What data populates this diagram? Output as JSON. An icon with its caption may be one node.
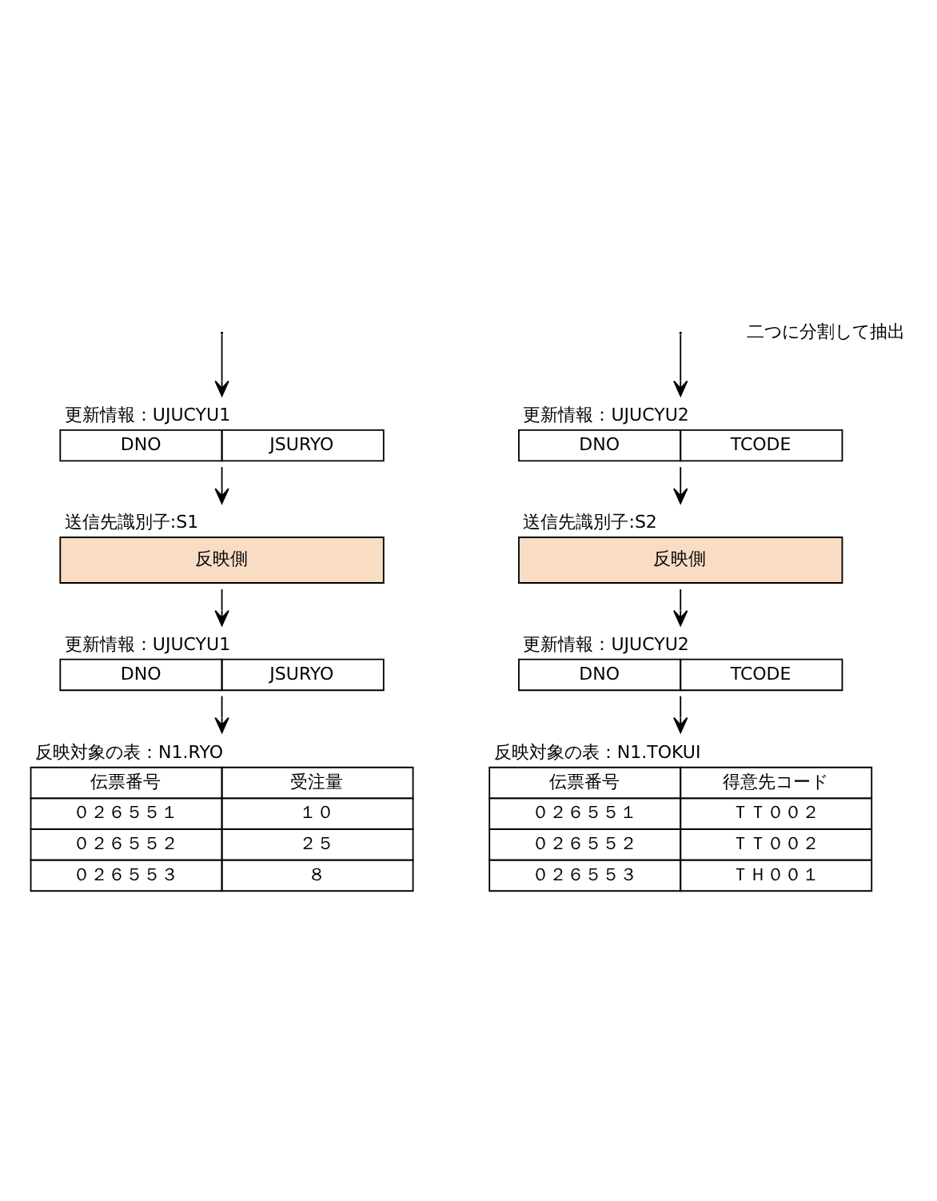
{
  "diagram": {
    "nodes": [
      {
        "text": [
          "更新情報：UJUCYU1",
          "DNO",
          "JSURYO"
        ]
      },
      {
        "text": [
          "更新情報：UJUCYU2",
          "DNO",
          "TCODE"
        ]
      },
      {
        "text": [
          "送信先識別子:S1",
          "反映側"
        ]
      },
      {
        "text": [
          "送信先識別子:S2",
          "反映側"
        ]
      },
      {
        "text": [
          "更新情報：UJUCYU1",
          "DNO",
          "JSURYO"
        ]
      },
      {
        "text": [
          "更新情報：UJUCYU2",
          "DNO",
          "TCODE"
        ]
      },
      {
        "text": [
          "反映対象の表：N1.RYO",
          "伝票番号",
          "受注量",
          "０２６５５１",
          "１０",
          "０２６５５２",
          "２５",
          "０２６５５３",
          "８"
        ]
      },
      {
        "text": [
          "反映対象の表：N1.TOKUI",
          "伝票番号",
          "得意先コード",
          "０２６５５１",
          "ＴＴ００２",
          "０２６５５２",
          "ＴＴ００２",
          "０２６５５３",
          "ＴＨ００１"
        ]
      }
    ],
    "edges": [
      {
        "from": null,
        "to": 0,
        "arrow": "to"
      },
      {
        "from": null,
        "to": 1,
        "arrow": "to"
      },
      {
        "from": 0,
        "to": 2,
        "arrow": "to"
      },
      {
        "from": 1,
        "to": 3,
        "arrow": "to"
      },
      {
        "from": 2,
        "to": 4,
        "arrow": "to"
      },
      {
        "from": 3,
        "to": 5,
        "arrow": "to"
      },
      {
        "from": 4,
        "to": 6,
        "arrow": "to"
      },
      {
        "from": 5,
        "to": 7,
        "arrow": "to"
      }
    ],
    "labels": [
      "二つに分割して抽出"
    ]
  }
}
